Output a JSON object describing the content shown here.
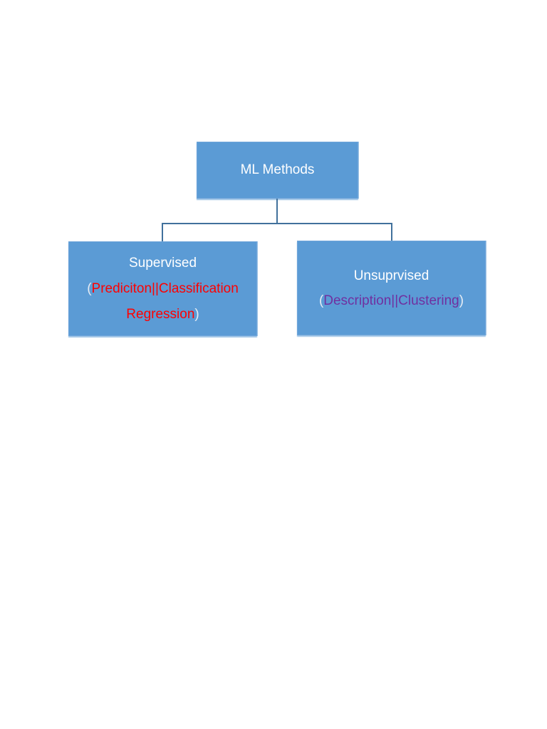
{
  "diagram": {
    "root_node": {
      "label": "ML Methods"
    },
    "nodes": [
      {
        "title": "Supervised",
        "open_paren": "(",
        "detail_line1": "Prediciton||Classification",
        "detail_line2": "Regression",
        "close_paren": ")"
      },
      {
        "title": "Unsuprvised",
        "open_paren": "(",
        "detail_line1": "Description||Clustering",
        "close_paren": ")"
      }
    ],
    "colors": {
      "box_fill": "#5b9bd5",
      "box_edge": "#9cc2e5",
      "box_edge_strong": "#6fa5da",
      "connector": "#41719c",
      "title_text": "#ffffff",
      "paren_text": "#e6ecf4",
      "supervised_detail": "#fe0000",
      "unsupervised_detail": "#7030a0"
    }
  }
}
